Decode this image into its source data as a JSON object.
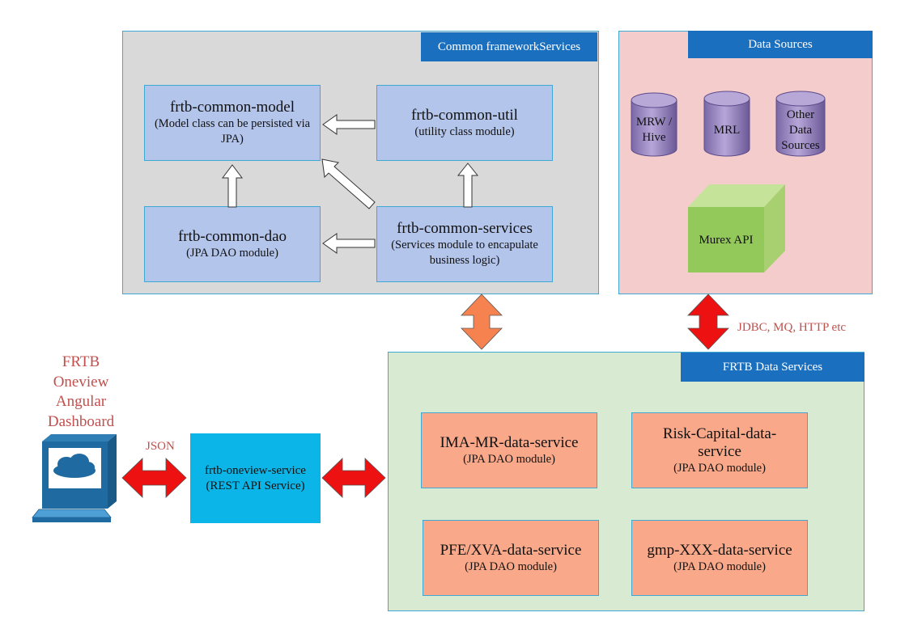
{
  "common": {
    "title": "Common frameworkServices",
    "model": {
      "name": "frtb-common-model",
      "desc": "(Model class can be persisted via JPA)"
    },
    "util": {
      "name": "frtb-common-util",
      "desc": "(utility class module)"
    },
    "dao": {
      "name": "frtb-common-dao",
      "desc": "(JPA DAO module)"
    },
    "services": {
      "name": "frtb-common-services",
      "desc": "(Services module to encapulate business logic)"
    }
  },
  "sources": {
    "title": "Data Sources",
    "mrw": "MRW / Hive",
    "mrl": "MRL",
    "other": "Other Data Sources",
    "murex": "Murex API",
    "link_label": "JDBC, MQ, HTTP etc"
  },
  "data_services": {
    "title": "FRTB Data Services",
    "ima": {
      "name": "IMA-MR-data-service",
      "desc": "(JPA DAO module)"
    },
    "risk": {
      "name": "Risk-Capital-data-service",
      "desc": "(JPA DAO module)"
    },
    "pfe": {
      "name": "PFE/XVA-data-service",
      "desc": "(JPA DAO module)"
    },
    "gmp": {
      "name": "gmp-XXX-data-service",
      "desc": "(JPA DAO module)"
    }
  },
  "dashboard": {
    "title": "FRTB Oneview Angular Dashboard",
    "icon": "computer-cloud-icon"
  },
  "json_label": "JSON",
  "oneview": {
    "name": "frtb-oneview-service",
    "desc": "(REST API Service)"
  },
  "colors": {
    "common_bg": "#d9d9d9",
    "sources_bg": "#f4cccc",
    "data_services_bg": "#d9ead3",
    "header": "#1a6fbf",
    "blue_box": "#b4c5ec",
    "salmon_box": "#f9a98a",
    "oneview": "#0bb5e8",
    "red_arrow": "#ee1111",
    "orange_arrow": "#f6834f",
    "label_red": "#c0504d"
  }
}
